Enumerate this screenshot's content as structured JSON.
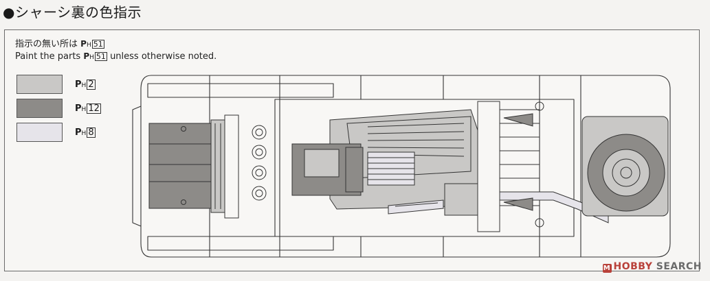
{
  "heading": "●シャーシ裏の色指示",
  "note": {
    "line1_text": "指示の無い所は",
    "line2_pre": "Paint the parts",
    "line2_post": "unless otherwise noted.",
    "default_paint_code": "51",
    "paint_prefix": "P",
    "paint_sub": "H"
  },
  "legend": [
    {
      "code": "2",
      "color": "#c9c8c6"
    },
    {
      "code": "12",
      "color": "#8d8b88"
    },
    {
      "code": "8",
      "color": "#e6e4ea"
    }
  ],
  "watermark": {
    "logo": "M",
    "brand": "HOBBY",
    "suffix": " SEARCH"
  }
}
